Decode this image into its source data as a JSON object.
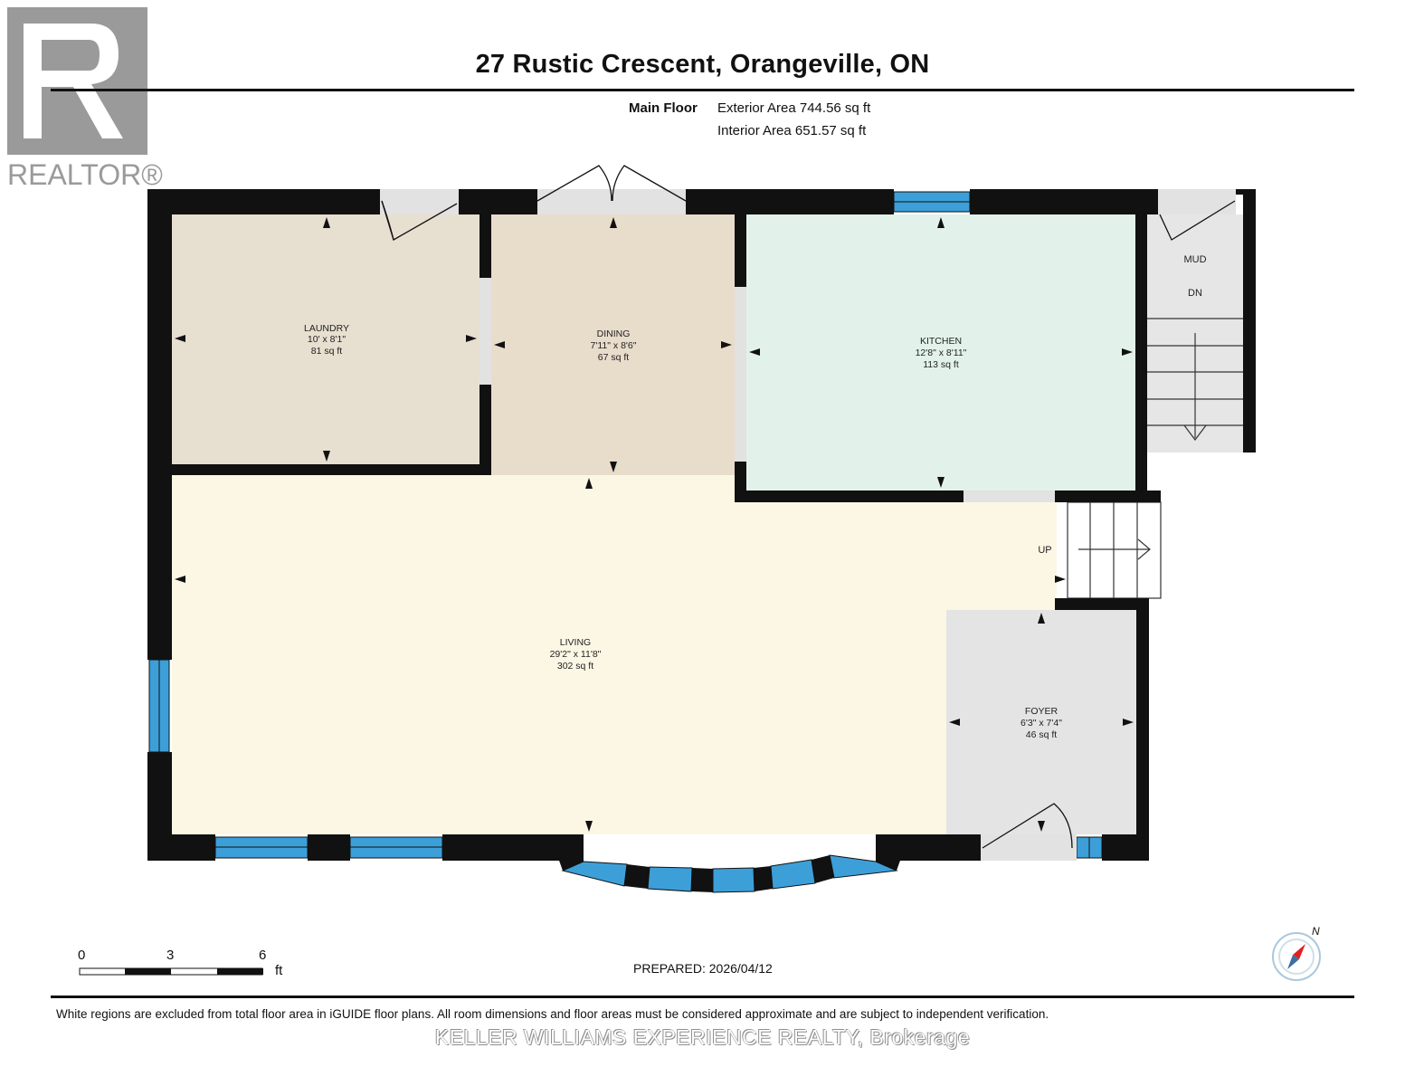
{
  "header": {
    "logo_text": "REALTOR®",
    "title": "27 Rustic Crescent, Orangeville, ON"
  },
  "floor_info": {
    "floor_name": "Main Floor",
    "exterior_area": "Exterior Area 744.56 sq ft",
    "interior_area": "Interior Area 651.57 sq ft"
  },
  "rooms": {
    "laundry": {
      "name": "LAUNDRY",
      "dimensions": "10' x 8'1\"",
      "area": "81 sq ft",
      "fill": "#e7dfd0"
    },
    "dining": {
      "name": "DINING",
      "dimensions": "7'11\" x 8'6\"",
      "area": "67 sq ft",
      "fill": "#e8dccb"
    },
    "kitchen": {
      "name": "KITCHEN",
      "dimensions": "12'8\" x 8'11\"",
      "area": "113 sq ft",
      "fill": "#e2f2ea"
    },
    "living": {
      "name": "LIVING",
      "dimensions": "29'2\" x 11'8\"",
      "area": "302 sq ft",
      "fill": "#fcf7e4"
    },
    "foyer": {
      "name": "FOYER",
      "dimensions": "6'3\" x 7'4\"",
      "area": "46 sq ft",
      "fill": "#e4e4e4"
    }
  },
  "labels": {
    "mud": "MUD",
    "down": "DN",
    "up": "UP"
  },
  "scale": {
    "ticks": [
      "0",
      "3",
      "6"
    ],
    "unit": "ft"
  },
  "compass": {
    "north_label": "N"
  },
  "footer": {
    "prepared": "PREPARED: 2026/04/12",
    "disclaimer": "White regions are excluded from total floor area in iGUIDE floor plans. All room dimensions and floor areas must be considered approximate and are subject to independent verification.",
    "brokerage": "KELLER WILLIAMS EXPERIENCE REALTY, Brokerage"
  },
  "colors": {
    "wall": "#111111",
    "window": "#3d9fd8",
    "stairs": "#e6e6e6"
  }
}
